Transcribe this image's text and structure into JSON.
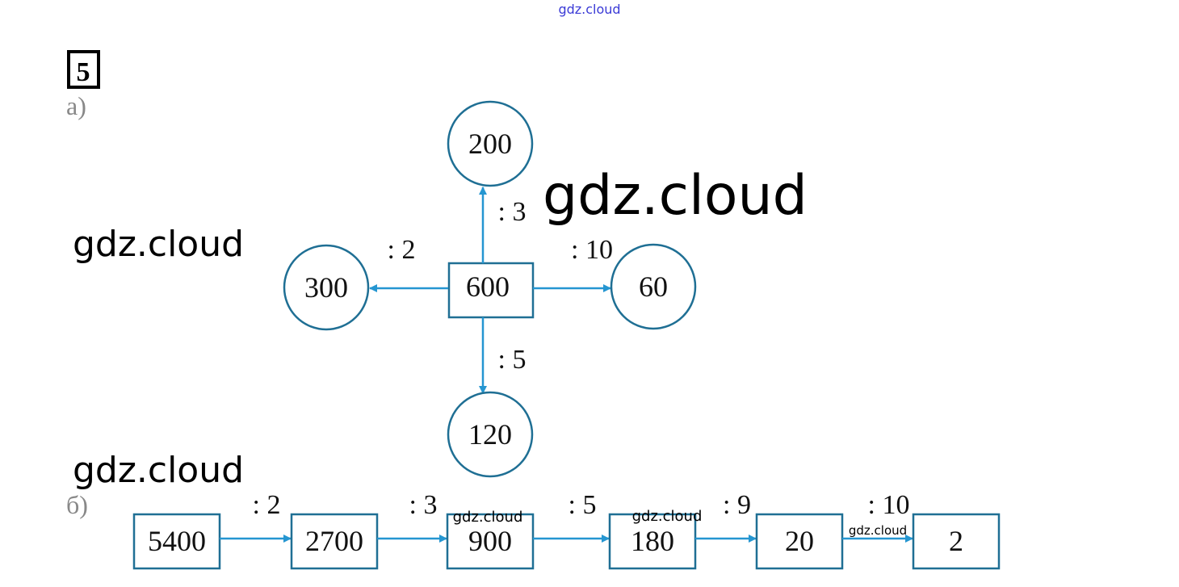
{
  "task_number": "5",
  "part_a": {
    "label": "а)",
    "center": "600",
    "branches": [
      {
        "dir": "up",
        "op": ": 3",
        "result": "200"
      },
      {
        "dir": "left",
        "op": ": 2",
        "result": "300"
      },
      {
        "dir": "right",
        "op": ": 10",
        "result": "60"
      },
      {
        "dir": "down",
        "op": ": 5",
        "result": "120"
      }
    ]
  },
  "part_b": {
    "label": "б)",
    "chain": [
      "5400",
      "2700",
      "900",
      "180",
      "20",
      "2"
    ],
    "ops": [
      ": 2",
      ": 3",
      ": 5",
      ": 9",
      ": 10"
    ]
  },
  "watermarks": [
    "gdz.cloud",
    "gdz.cloud",
    "gdz.cloud",
    "gdz.cloud",
    "gdz.cloud",
    "gdz.cloud",
    "gdz.cloud"
  ],
  "colors": {
    "stroke": "#1f6f94",
    "arrow": "#2596d1",
    "watermark_top": "#3a3ad6"
  }
}
